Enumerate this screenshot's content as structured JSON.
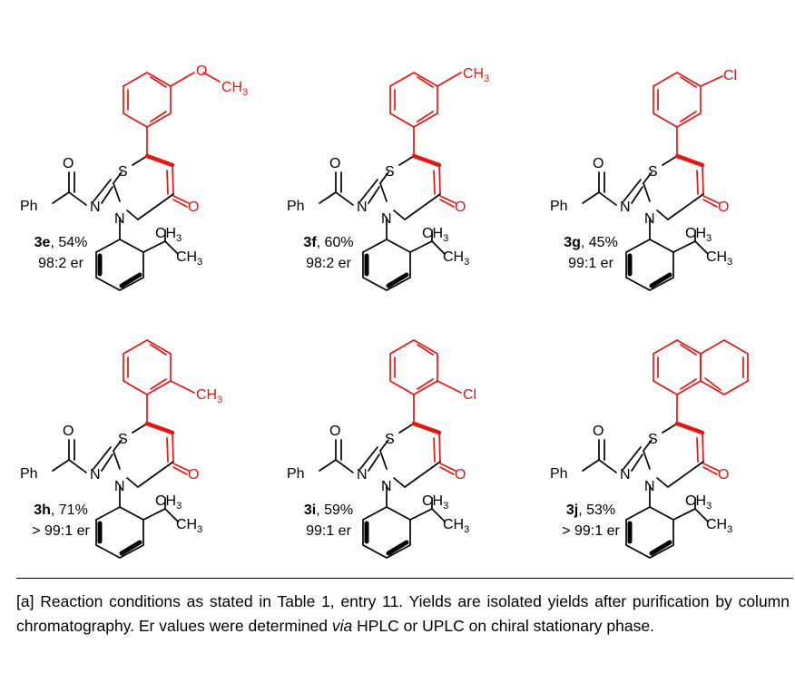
{
  "compounds": [
    {
      "id": "3e",
      "yield": ", 54%",
      "er": "98:2 er",
      "substituent": "OCH3"
    },
    {
      "id": "3f",
      "yield": ", 60%",
      "er": "98:2 er",
      "substituent": "CH3"
    },
    {
      "id": "3g",
      "yield": ", 45%",
      "er": "99:1 er",
      "substituent": "Cl"
    },
    {
      "id": "3h",
      "yield": ", 71%",
      "er": "> 99:1 er",
      "substituent": "CH3"
    },
    {
      "id": "3i",
      "yield": ", 59%",
      "er": "99:1 er",
      "substituent": "Cl"
    },
    {
      "id": "3j",
      "yield": ", 53%",
      "er": "> 99:1 er",
      "substituent": "naphthyl"
    }
  ],
  "atoms": {
    "ring_S": "S",
    "ring_N": "N",
    "exo_N": "N",
    "carbonyl_O": "O",
    "amide_O": "O",
    "phenyl": "Ph",
    "methyl": "CH",
    "methyl_sub": "3",
    "ether_O": "O",
    "chlorine": "Cl"
  },
  "footnote": {
    "part1": "[a] Reaction conditions as stated in Table 1, entry 11. Yields are isolated yields after purification by column chromatography. Er values were determined ",
    "italic": "via",
    "part2": " HPLC or UPLC on chiral stationary phase."
  },
  "colors": {
    "highlight": "#e8150f",
    "text": "#000000"
  }
}
